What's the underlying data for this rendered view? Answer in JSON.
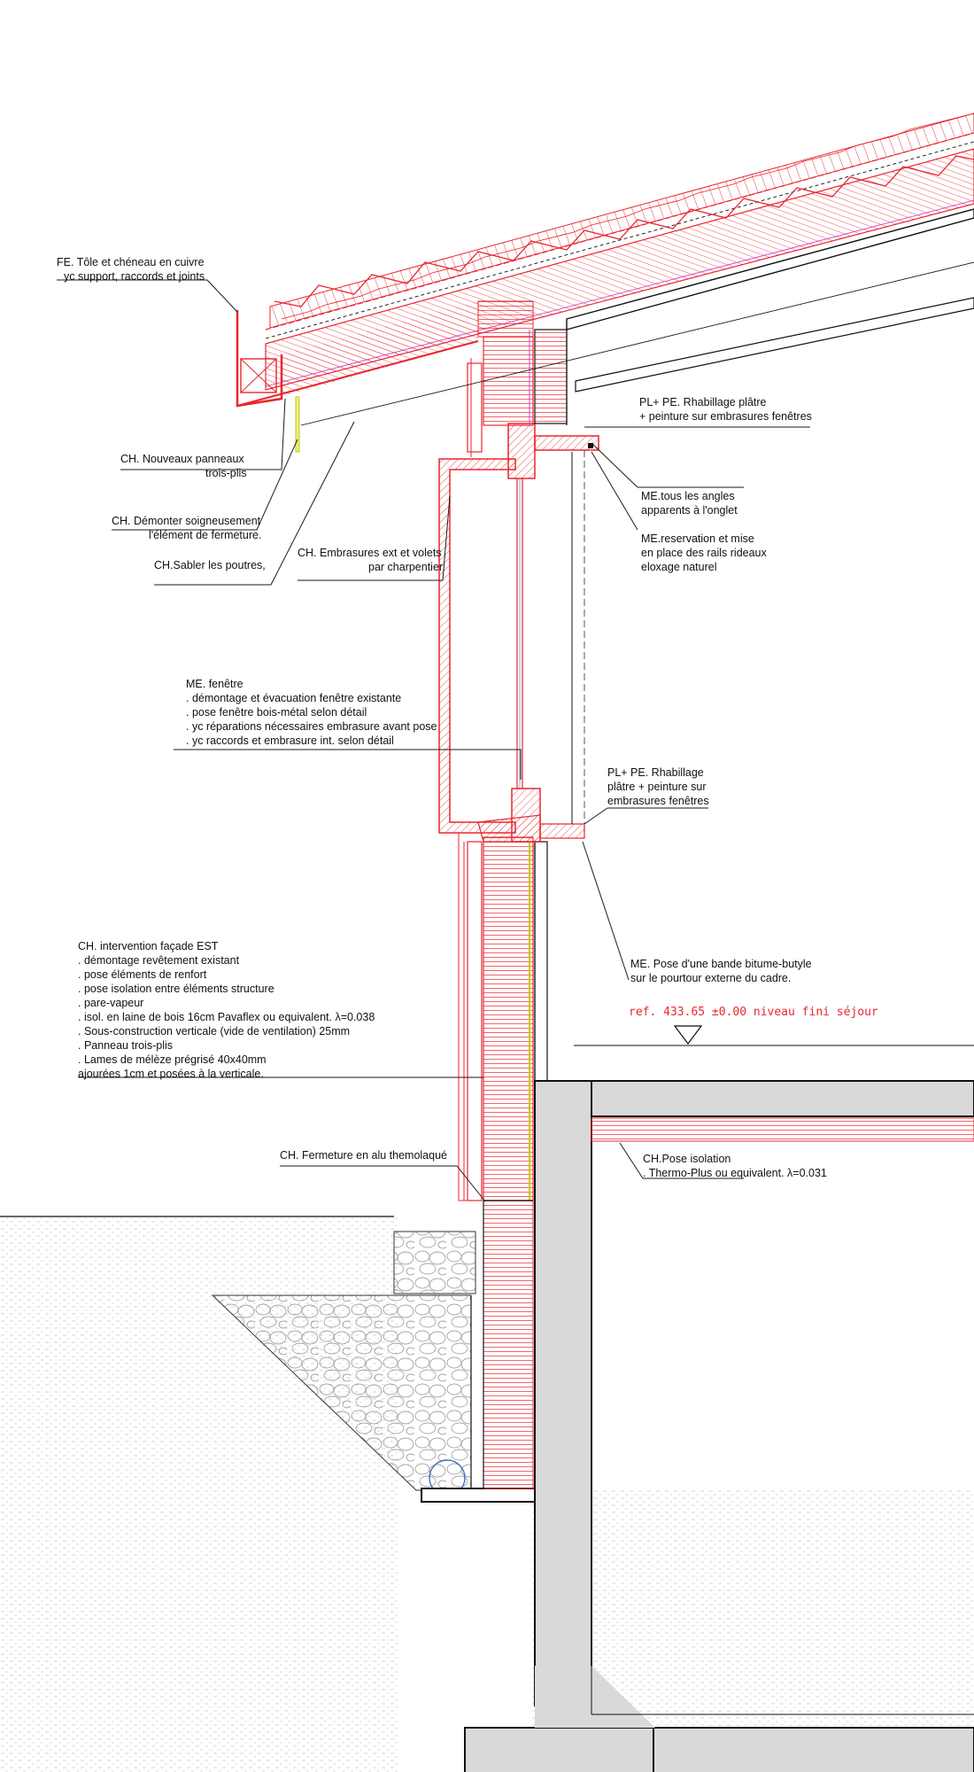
{
  "annotations": {
    "roof_gutter": [
      "FE. Tôle et chéneau en cuivre",
      "yc support, raccords et joints"
    ],
    "new_panels": [
      "CH. Nouveaux panneaux",
      "trois-plis"
    ],
    "dismantle": [
      "CH. Démonter soigneusement",
      "l'élément de fermeture."
    ],
    "sand_beams": [
      "CH.Sabler les poutres,"
    ],
    "embrasures": [
      "CH. Embrasures ext et volets",
      "par charpentier."
    ],
    "plaster_top": [
      "PL+ PE. Rhabillage plâtre",
      "+ peinture sur embrasures fenêtres"
    ],
    "miter": [
      "ME.tous les angles",
      "apparents à l'onglet"
    ],
    "curtain_rails": [
      "ME.reservation et mise",
      "en place des rails rideaux",
      "eloxage naturel"
    ],
    "window": [
      "ME.  fenêtre",
      ". démontage et évacuation fenêtre existante",
      ". pose fenêtre bois-métal selon détail",
      ". yc réparations nécessaires embrasure avant pose",
      ". yc raccords et embrasure int. selon détail"
    ],
    "plaster_bottom": [
      "PL+ PE. Rhabillage",
      "plâtre + peinture sur",
      "embrasures fenêtres"
    ],
    "bitumen_strip": [
      "ME. Pose d'une bande bitume-butyle",
      "sur le pourtour externe du cadre."
    ],
    "reference": "ref. 433.65  ±0.00  niveau  fini  séjour",
    "facade": [
      "CH. intervention façade EST",
      ". démontage revêtement existant",
      ". pose éléments de renfort",
      ". pose isolation entre éléments structure",
      ". pare-vapeur",
      ". isol. en laine de bois 16cm Pavaflex ou equivalent. λ=0.038",
      ". Sous-construction verticale (vide de ventilation) 25mm",
      ". Panneau trois-plis",
      ". Lames de mélèze prégrisé 40x40mm",
      "  ajourées 1cm et posées à la verticale."
    ],
    "alu_closure": [
      "CH.  Fermeture en alu themolaqué"
    ],
    "floor_insulation": [
      "CH.Pose isolation",
      ". Thermo-Plus ou equivalent. λ=0.031"
    ]
  },
  "colors": {
    "new_work": "#e8262e",
    "existing": "#1a1a1a",
    "concrete": "#d9d9d9",
    "membrane": "#c8c800",
    "vapour_barrier": "#cc44cc",
    "marker": "#3a6fc4"
  }
}
